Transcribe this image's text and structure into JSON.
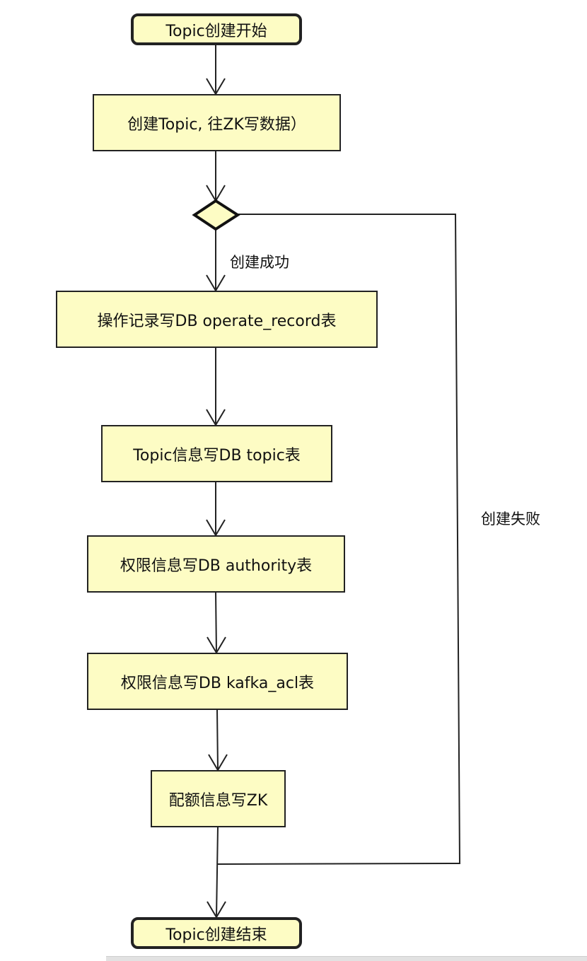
{
  "diagram": {
    "nodes": {
      "start": "Topic创建开始",
      "create_topic": "创建Topic, 往ZK写数据）",
      "op_record": "操作记录写DB operate_record表",
      "topic_info": "Topic信息写DB topic表",
      "authority": "权限信息写DB authority表",
      "kafka_acl": "权限信息写DB kafka_acl表",
      "quota": "配额信息写ZK",
      "end": "Topic创建结束"
    },
    "edge_labels": {
      "success": "创建成功",
      "failure": "创建失败"
    },
    "colors": {
      "node_fill": "#fdfcc4",
      "stroke": "#222222"
    }
  }
}
